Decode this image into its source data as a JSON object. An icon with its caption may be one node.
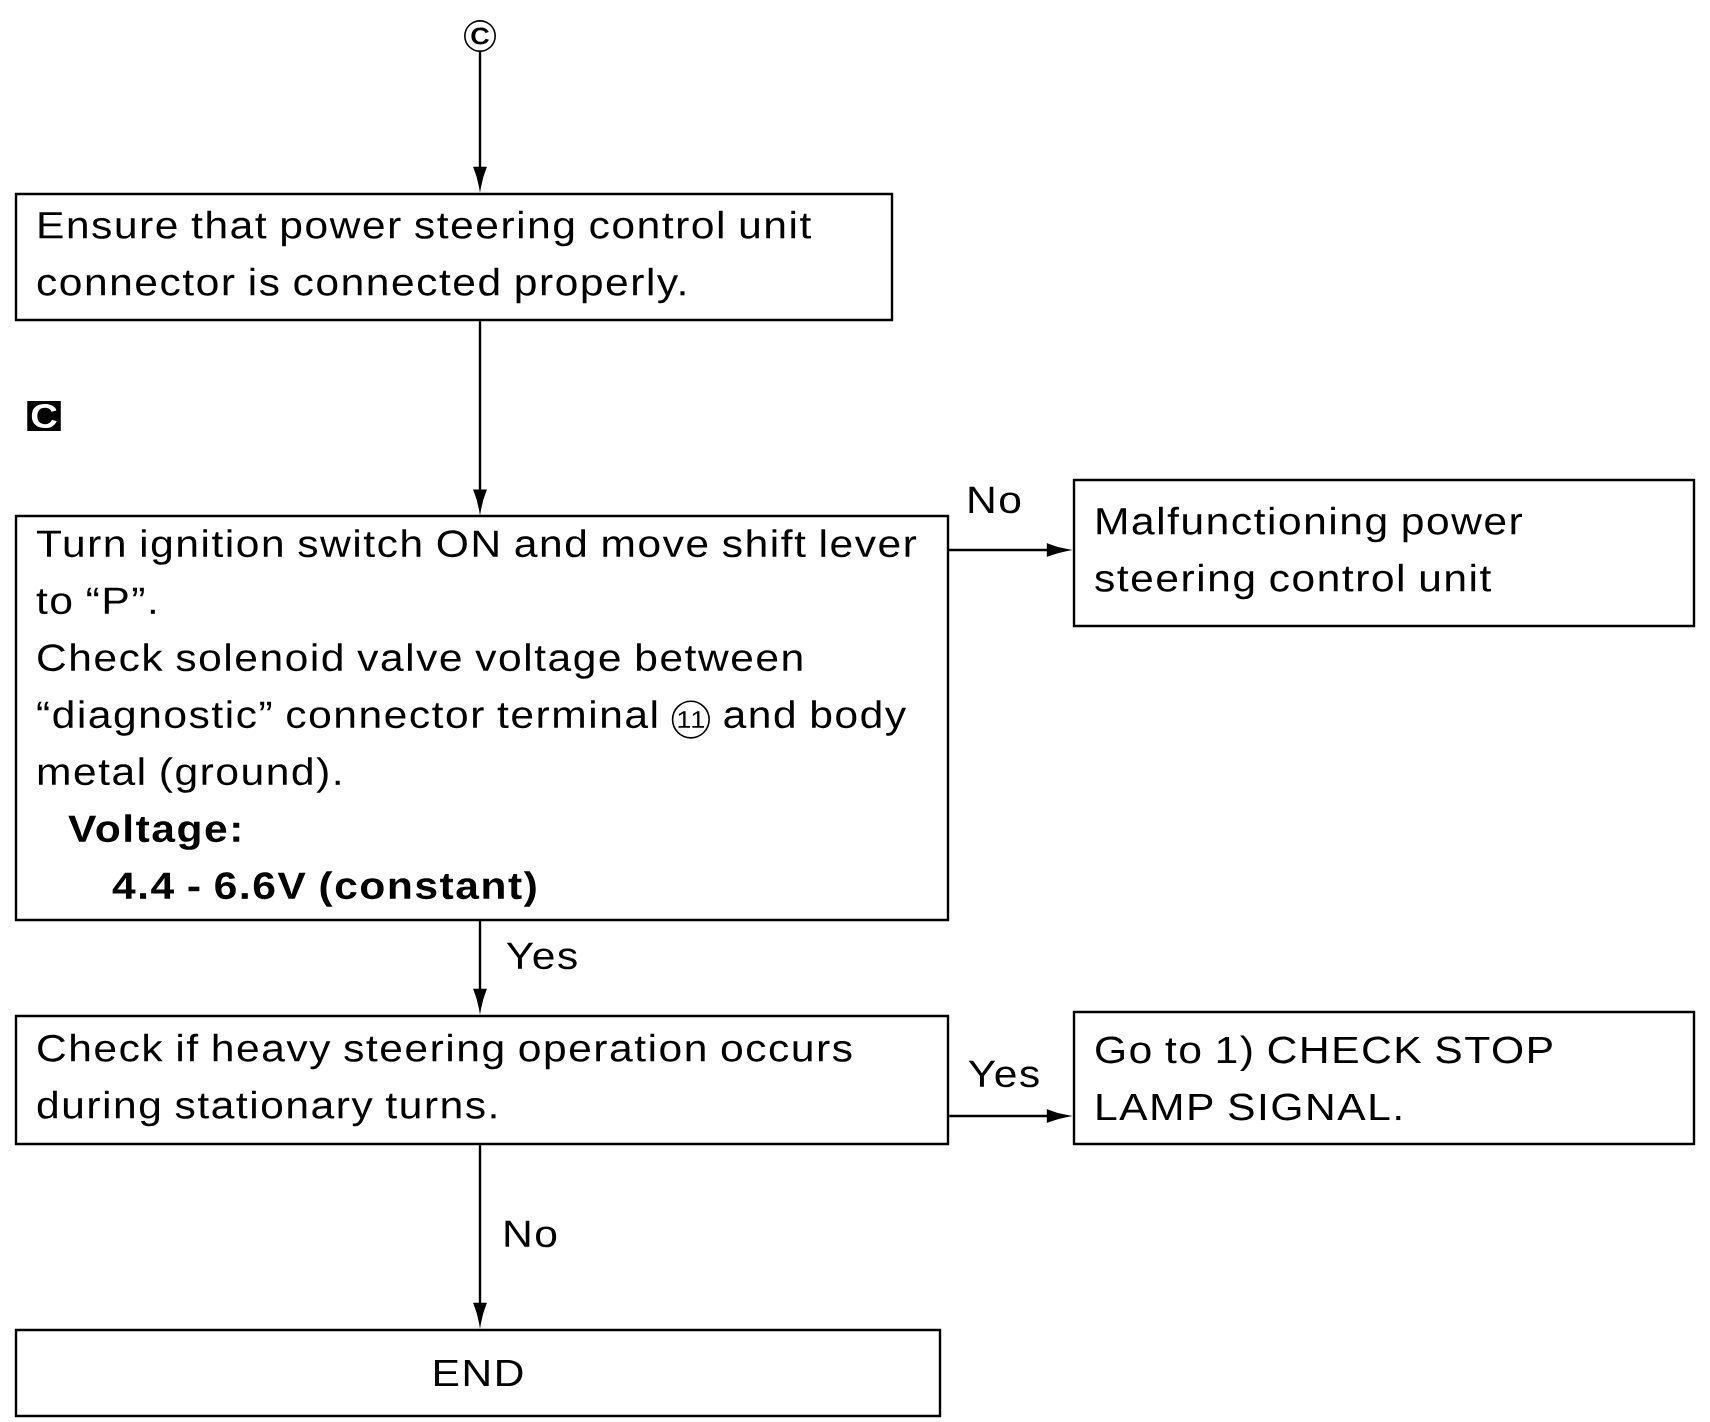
{
  "diagram": {
    "nodes": [
      {
        "text": [
          "C"
        ]
      },
      {
        "text": [
          "Ensure that power steering control unit connector is connected properly."
        ]
      },
      {
        "text": [
          "Turn ignition switch ON and move shift lever to “P”.",
          "Check solenoid valve voltage between “diagnostic” connector terminal",
          "11",
          "and body metal (ground).",
          "Voltage:",
          "4.4 - 6.6V (constant)"
        ]
      },
      {
        "text": [
          "Malfunctioning power steering control unit"
        ]
      },
      {
        "text": [
          "Check if heavy steering operation occurs during stationary turns."
        ]
      },
      {
        "text": [
          "Go to 1) CHECK STOP LAMP SIGNAL."
        ]
      },
      {
        "text": [
          "END"
        ]
      }
    ],
    "edges": [
      {
        "from": 0,
        "to": 1,
        "arrow": "to"
      },
      {
        "from": 1,
        "to": 2,
        "arrow": "to"
      },
      {
        "from": 2,
        "to": 3,
        "arrow": "to",
        "label": "No"
      },
      {
        "from": 2,
        "to": 4,
        "arrow": "to",
        "label": "Yes"
      },
      {
        "from": 4,
        "to": 5,
        "arrow": "to",
        "label": "Yes"
      },
      {
        "from": 4,
        "to": 6,
        "arrow": "to",
        "label": "No"
      }
    ],
    "labels": [
      "C"
    ]
  }
}
